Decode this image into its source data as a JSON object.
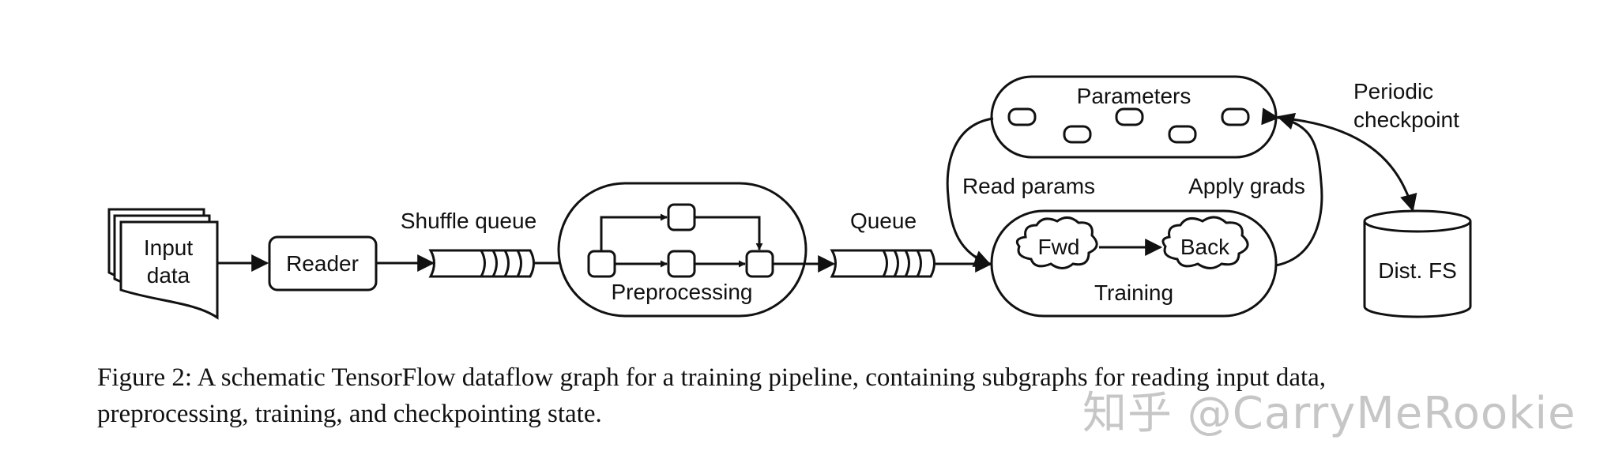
{
  "nodes": {
    "input_data_line1": "Input",
    "input_data_line2": "data",
    "reader": "Reader",
    "shuffle_queue": "Shuffle queue",
    "preprocessing": "Preprocessing",
    "queue": "Queue",
    "parameters": "Parameters",
    "read_params": "Read params",
    "apply_grads": "Apply grads",
    "fwd": "Fwd",
    "back": "Back",
    "training": "Training",
    "periodic_line1": "Periodic",
    "periodic_line2": "checkpoint",
    "dist_fs": "Dist. FS"
  },
  "caption": {
    "label": "Figure 2:",
    "text": "A schematic TensorFlow dataflow graph for a training pipeline, containing subgraphs for reading input data,",
    "line2": "preprocessing, training, and checkpointing state."
  },
  "watermark": "知乎 @CarryMeRookie"
}
